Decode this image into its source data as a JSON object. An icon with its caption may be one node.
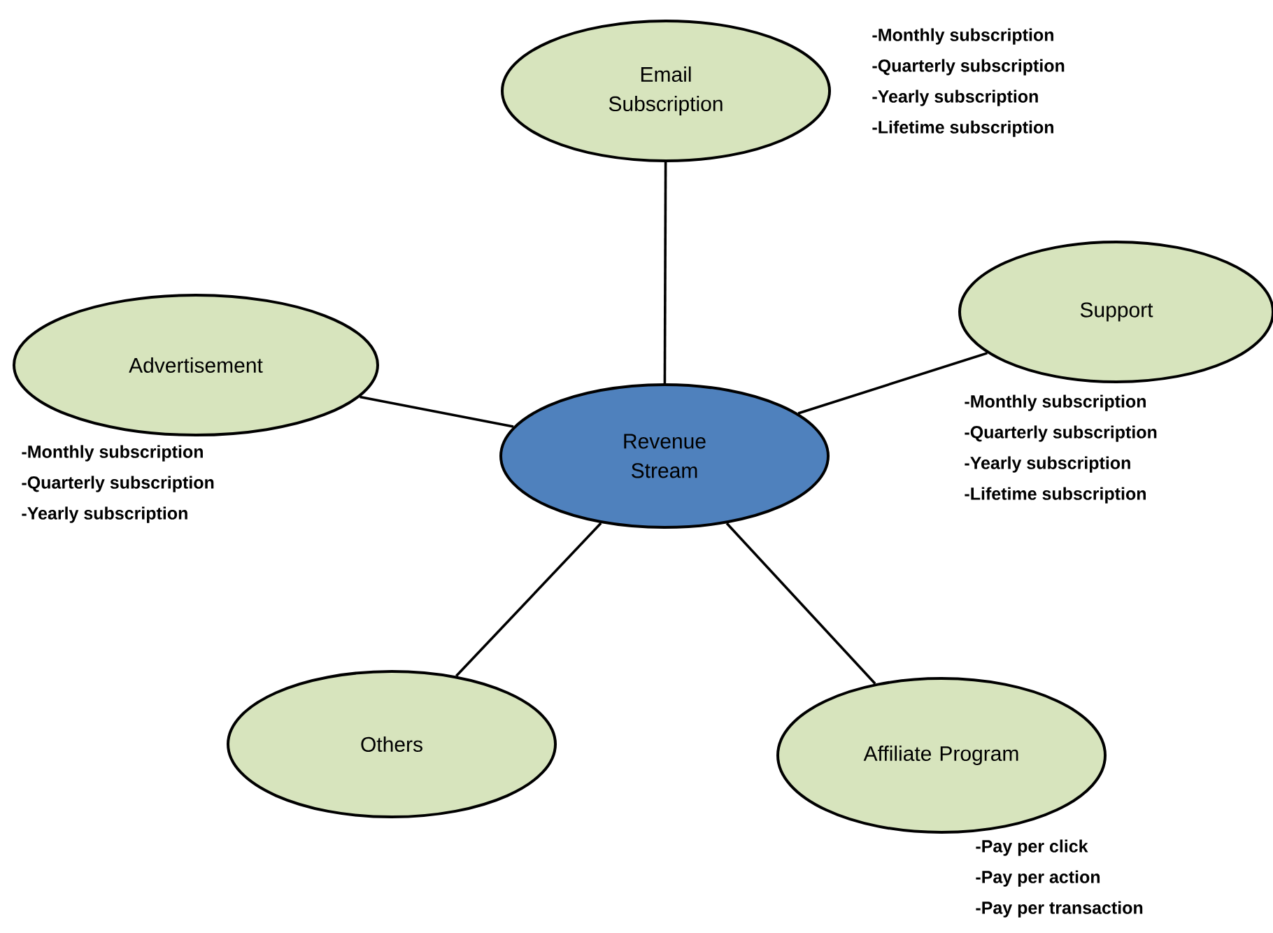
{
  "diagram": {
    "nodes": [
      {
        "text": [
          "Revenue Stream"
        ]
      },
      {
        "text": [
          "Email Subscription"
        ],
        "beside": [
          "-Monthly subscription",
          "-Quarterly subscription",
          "-Yearly subscription",
          "-Lifetime subscription"
        ]
      },
      {
        "text": [
          "Support"
        ],
        "beside": [
          "-Monthly subscription",
          "-Quarterly subscription",
          "-Yearly subscription",
          "-Lifetime subscription"
        ]
      },
      {
        "text": [
          "Advertisement"
        ],
        "beside": [
          "-Monthly subscription",
          "-Quarterly subscription",
          "-Yearly subscription"
        ]
      },
      {
        "text": [
          "Others"
        ]
      },
      {
        "text": [
          "Affiliate Program"
        ],
        "beside": [
          "-Pay per click",
          "-Pay per action",
          "-Pay per transaction"
        ]
      }
    ],
    "edges": [
      {
        "from": 0,
        "to": 1,
        "arrow": "none"
      },
      {
        "from": 0,
        "to": 2,
        "arrow": "none"
      },
      {
        "from": 0,
        "to": 3,
        "arrow": "none"
      },
      {
        "from": 0,
        "to": 4,
        "arrow": "none"
      },
      {
        "from": 0,
        "to": 5,
        "arrow": "none"
      }
    ]
  }
}
